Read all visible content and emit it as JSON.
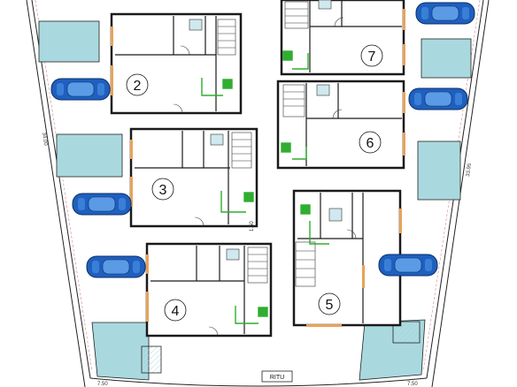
{
  "units": [
    {
      "id": "unit-2",
      "label": "2"
    },
    {
      "id": "unit-3",
      "label": "3"
    },
    {
      "id": "unit-4",
      "label": "4"
    },
    {
      "id": "unit-5",
      "label": "5"
    },
    {
      "id": "unit-6",
      "label": "6"
    },
    {
      "id": "unit-7",
      "label": "7"
    }
  ],
  "street_label": "RITU",
  "dimensions": {
    "left_side": "34.00",
    "right_side": "33.95",
    "center": "1.50",
    "bottom_left": "7.50",
    "bottom_right": "7.50"
  },
  "colors": {
    "pool": "#a9d9df",
    "wall": "#1a1a1a",
    "green": "#2fae2f",
    "door": "#e8a35a",
    "car_body": "#1f5fbf"
  }
}
